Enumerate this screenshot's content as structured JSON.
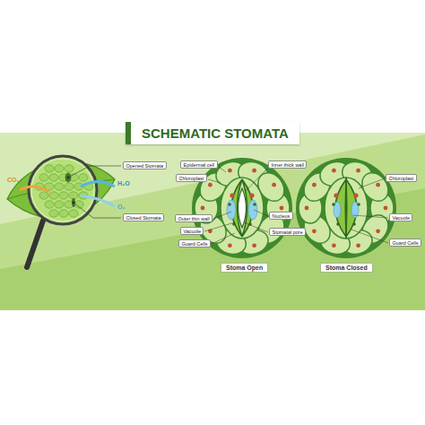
{
  "diagram": {
    "title": "SCHEMATIC STOMATA",
    "nodes": [
      {
        "text": [
          "Stoma Open"
        ]
      },
      {
        "text": [
          "Stoma Closed"
        ]
      }
    ],
    "labels": [
      "CO₂",
      "H₂O",
      "O₂",
      "Opened Stomata",
      "Closed Stomata",
      "Epidermal cell",
      "Inner thick wall",
      "Chloroplast",
      "Outer thin wall",
      "Vacuole",
      "Guard Cells",
      "Nucleus",
      "Stomatal pore",
      "Chloroplast",
      "Vacuole",
      "Guard Cells"
    ]
  }
}
